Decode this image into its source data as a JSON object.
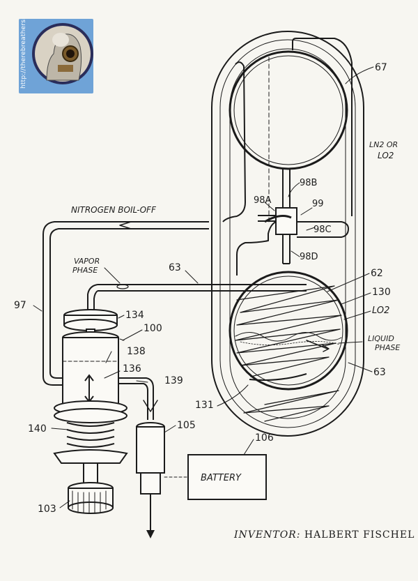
{
  "logo": {
    "url_text": "http://therebreathersite.nl",
    "icon": "diver-helmet-icon"
  },
  "labels": {
    "l67": "67",
    "ln2": "LN2 OR",
    "lo2_tank": "LO2",
    "l98b": "98B",
    "l98a": "98A",
    "l99": "99",
    "l98c": "98C",
    "l98d": "98D",
    "nitrogen": "NITROGEN BOIL-OFF",
    "vapor1": "VAPOR",
    "vapor2": "PHASE",
    "l63_top": "63",
    "l62": "62",
    "l130": "130",
    "lo2_inner": "LO2",
    "liquid1": "LIQUID",
    "liquid2": "PHASE",
    "l63_bottom": "63",
    "l97": "97",
    "l134": "134",
    "l100": "100",
    "l138": "138",
    "l136": "136",
    "l139": "139",
    "l131": "131",
    "l140": "140",
    "l105": "105",
    "l106": "106",
    "battery": "BATTERY",
    "l103": "103"
  },
  "inventor": {
    "prefix": "INVENTOR:",
    "name": "HALBERT FISCHEL"
  }
}
